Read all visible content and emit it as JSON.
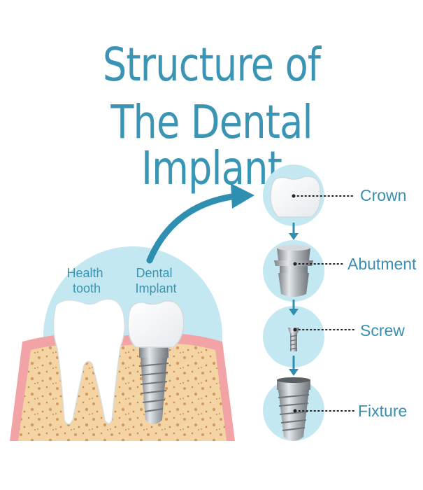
{
  "title": {
    "line1": "Structure of",
    "line2": "The Dental Implant"
  },
  "illustration": {
    "health_tooth_label": [
      "Health",
      "tooth"
    ],
    "dental_implant_label": [
      "Dental",
      "Implant"
    ]
  },
  "parts": [
    "Crown",
    "Abutment",
    "Screw",
    "Fixture"
  ],
  "colors": {
    "title": "#3a94b3",
    "circle": "#c4e8f1",
    "arrow": "#2f8fb0",
    "bone": "#f4d6a8",
    "gum": "#f2a3a6",
    "metal": "#a9aeb3"
  }
}
